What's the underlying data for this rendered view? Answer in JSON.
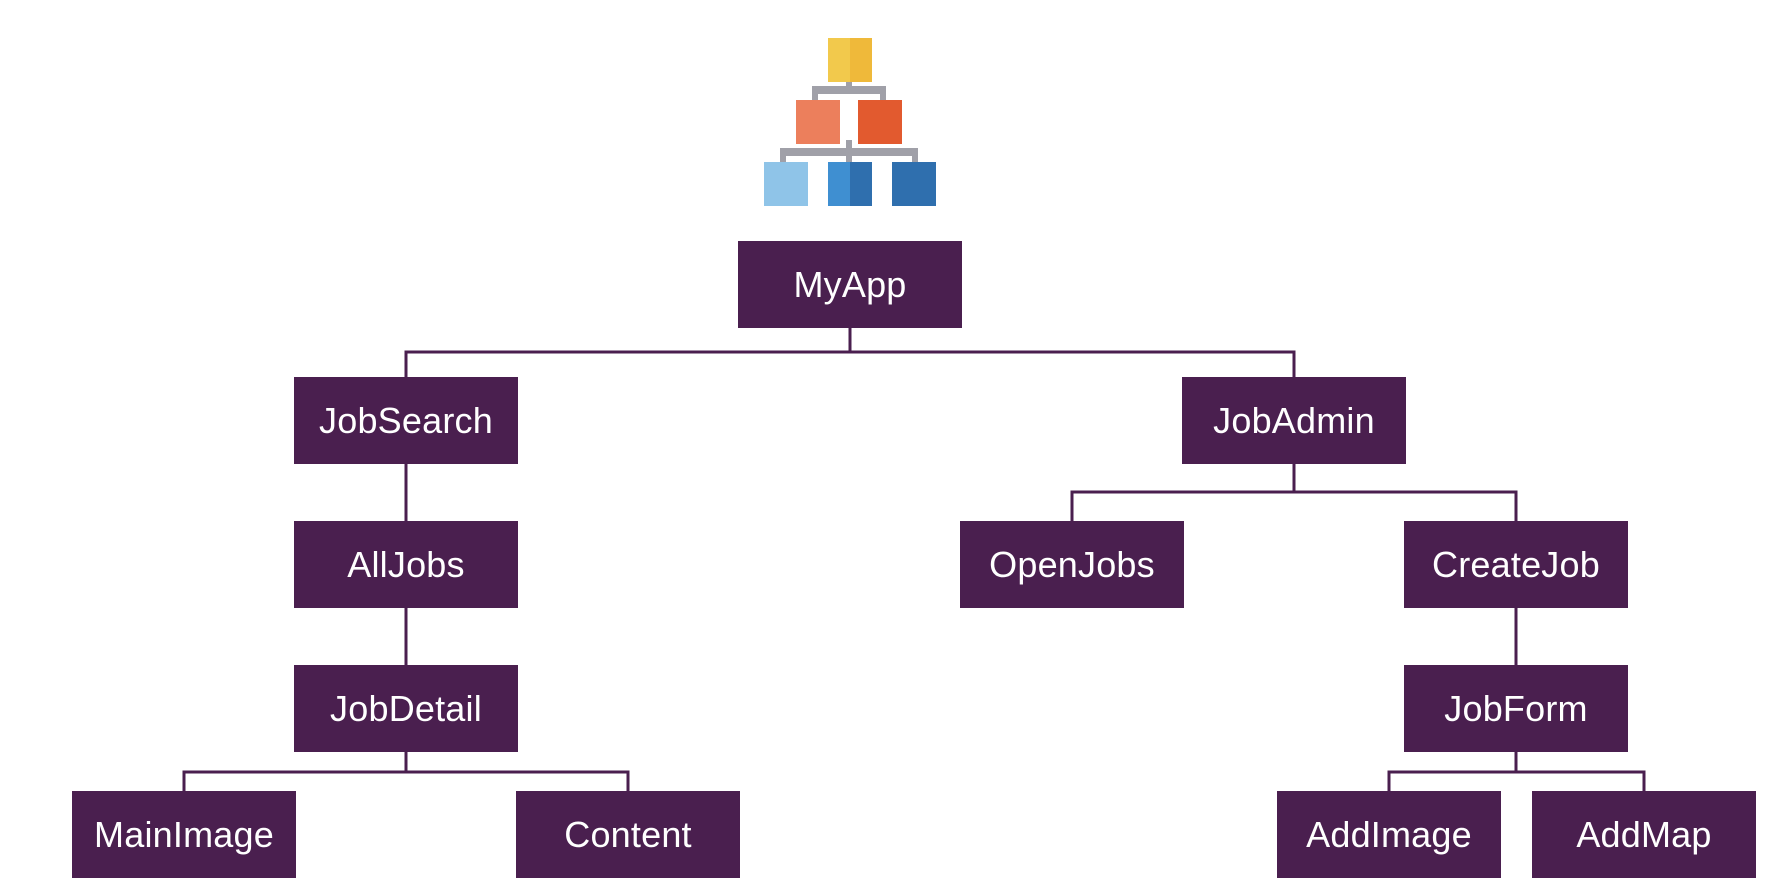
{
  "colors": {
    "node_fill": "#4a1f4f",
    "node_text": "#ffffff",
    "edge": "#4a1f4f",
    "icon_top": "#f2c94c",
    "icon_mid_left": "#ec7f5c",
    "icon_mid_right": "#e25a2f",
    "icon_bottom_light": "#8fc4e8",
    "icon_bottom_mid": "#3f8fd1",
    "icon_bottom_dark": "#2f6fae",
    "icon_connector": "#a0a0a8"
  },
  "icon": "hierarchy-icon",
  "nodes": {
    "myapp": "MyApp",
    "jobsearch": "JobSearch",
    "jobadmin": "JobAdmin",
    "alljobs": "AllJobs",
    "openjobs": "OpenJobs",
    "createjob": "CreateJob",
    "jobdetail": "JobDetail",
    "jobform": "JobForm",
    "mainimage": "MainImage",
    "content": "Content",
    "addimage": "AddImage",
    "addmap": "AddMap"
  },
  "edges": [
    [
      "myapp",
      "jobsearch"
    ],
    [
      "myapp",
      "jobadmin"
    ],
    [
      "jobsearch",
      "alljobs"
    ],
    [
      "alljobs",
      "jobdetail"
    ],
    [
      "jobdetail",
      "mainimage"
    ],
    [
      "jobdetail",
      "content"
    ],
    [
      "jobadmin",
      "openjobs"
    ],
    [
      "jobadmin",
      "createjob"
    ],
    [
      "createjob",
      "jobform"
    ],
    [
      "jobform",
      "addimage"
    ],
    [
      "jobform",
      "addmap"
    ]
  ]
}
